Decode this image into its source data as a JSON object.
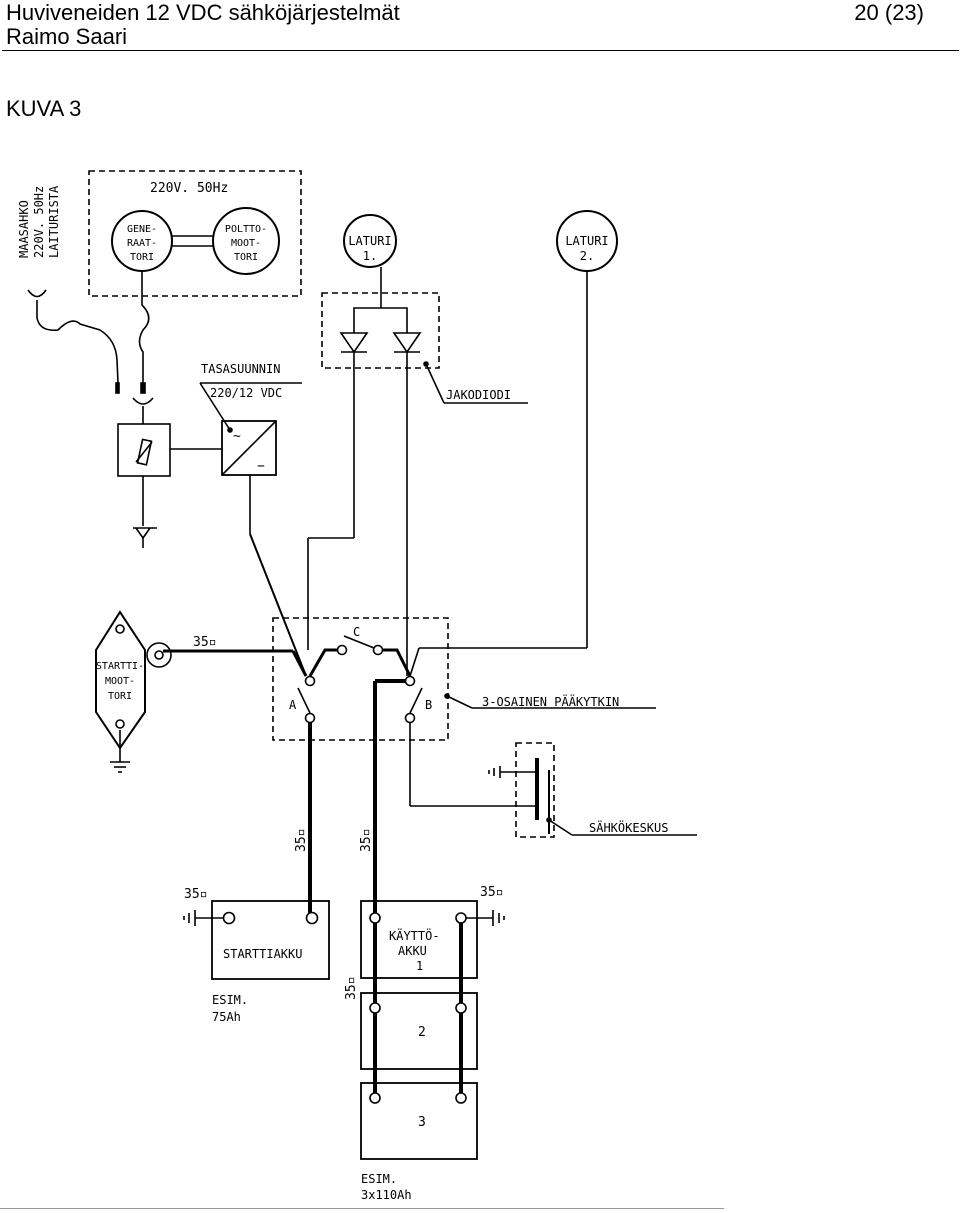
{
  "header": {
    "title": "Huviveneiden 12 VDC sähköjärjestelmät",
    "author": "Raimo Saari",
    "page": "20 (23)"
  },
  "figure": {
    "label": "KUVA 3",
    "labels": {
      "shore_line1": "MAASAHKO",
      "shore_line2": "220V. 50Hz",
      "shore_line3": "LAITURISTA",
      "gen_box": "220V. 50Hz",
      "gen_line1": "GENE-",
      "gen_line2": "RAAT-",
      "gen_line3": "TORI",
      "eng_line1": "POLTTO-",
      "eng_line2": "MOOT-",
      "eng_line3": "TORI",
      "alt1_line1": "LATURI",
      "alt1_line2": "1.",
      "alt2_line1": "LATURI",
      "alt2_line2": "2.",
      "rect_line1": "TASASUUNNIN",
      "rect_line2": "220/12 VDC",
      "rect_ac": "~",
      "rect_dc": "−",
      "diode": "JAKODIODI",
      "starter_line1": "STARTTI-",
      "starter_line2": "MOOT-",
      "starter_line3": "TORI",
      "cable_top": "35▫",
      "switch_c": "C",
      "switch_a": "A",
      "switch_b": "B",
      "main_switch": "3-OSAINEN PÄÄKYTKIN",
      "panel": "SÄHKÖKESKUS",
      "cable_a": "35▫",
      "cable_b": "35▫",
      "cable_start": "35▫",
      "cable_house": "35▫",
      "cable_bank": "35▫",
      "start_batt": "STARTTIAKKU",
      "start_eg1": "ESIM.",
      "start_eg2": "75Ah",
      "house1_line1": "KÄYTTÖ-",
      "house1_line2": "AKKU",
      "house1_line3": "1",
      "house2": "2",
      "house3": "3",
      "house_eg1": "ESIM.",
      "house_eg2": "3x110Ah"
    }
  }
}
